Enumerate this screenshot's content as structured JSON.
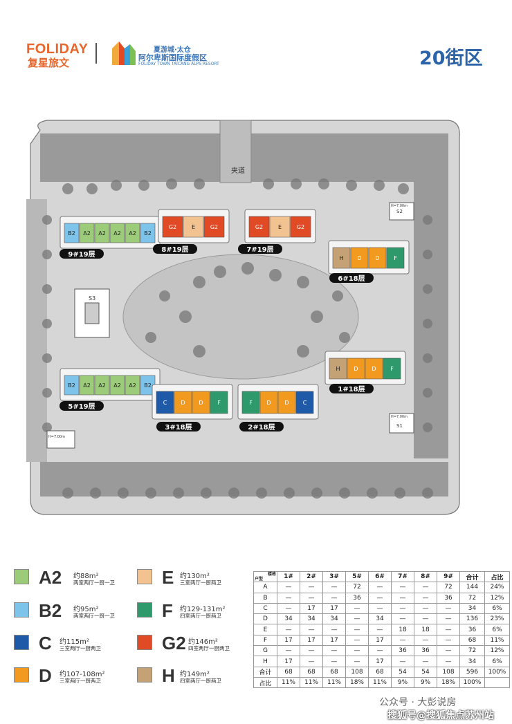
{
  "header": {
    "brand_en": "FOLIDAY",
    "brand_cn": "复星旅文",
    "resort_line1": "夏游城·太仓",
    "resort_line2": "阿尔卑斯国际度假区",
    "resort_line3": "FOLIDAY TOWN TAICANG ALPS RESORT",
    "district": "20街区"
  },
  "colors": {
    "A2": "#9ccb7a",
    "B2": "#7ec3ea",
    "C": "#1e5aa8",
    "D": "#f19a1f",
    "E": "#f2c291",
    "F": "#2e9a6c",
    "G2": "#e04a24",
    "H": "#c4a275"
  },
  "plan": {
    "road_label": "夹道",
    "buildings": [
      {
        "id": "9",
        "label": "9#19层",
        "units": [
          "B2",
          "A2",
          "A2",
          "A2",
          "A2",
          "B2"
        ]
      },
      {
        "id": "8",
        "label": "8#19层",
        "units": [
          "G2",
          "E",
          "G2"
        ]
      },
      {
        "id": "7",
        "label": "7#19层",
        "units": [
          "G2",
          "E",
          "G2"
        ]
      },
      {
        "id": "6",
        "label": "6#18层",
        "units": [
          "H",
          "D",
          "D",
          "F"
        ]
      },
      {
        "id": "5",
        "label": "5#19层",
        "units": [
          "B2",
          "A2",
          "A2",
          "A2",
          "A2",
          "B2"
        ]
      },
      {
        "id": "1",
        "label": "1#18层",
        "units": [
          "H",
          "D",
          "D",
          "F"
        ]
      },
      {
        "id": "3",
        "label": "3#18层",
        "units": [
          "C",
          "D",
          "D",
          "F"
        ]
      },
      {
        "id": "2",
        "label": "2#18层",
        "units": [
          "F",
          "D",
          "D",
          "C"
        ]
      }
    ],
    "aux": [
      {
        "label": "S2",
        "note": "H=7.00m"
      },
      {
        "label": "S3",
        "note": ""
      },
      {
        "label": "S1",
        "note": "H=7.00m"
      },
      {
        "label": "",
        "note": "H=7.00m"
      }
    ]
  },
  "legend": [
    {
      "code": "A2",
      "area": "约88m²",
      "desc": "两室两厅一厨一卫"
    },
    {
      "code": "E",
      "area": "约130m²",
      "desc": "三室两厅一厨两卫"
    },
    {
      "code": "B2",
      "area": "约95m²",
      "desc": "两室两厅一厨一卫"
    },
    {
      "code": "F",
      "area": "约129-131m²",
      "desc": "四室两厅一厨两卫"
    },
    {
      "code": "C",
      "area": "约115m²",
      "desc": "三室两厅一厨两卫"
    },
    {
      "code": "G2",
      "area": "约146m²",
      "desc": "四室两厅一厨两卫"
    },
    {
      "code": "D",
      "area": "约107-108m²",
      "desc": "三室两厅一厨两卫"
    },
    {
      "code": "H",
      "area": "约149m²",
      "desc": "四室两厅一厨两卫"
    }
  ],
  "table": {
    "corner_top": "楼栋",
    "corner_bottom": "户型",
    "columns": [
      "1#",
      "2#",
      "3#",
      "5#",
      "6#",
      "7#",
      "8#",
      "9#",
      "合计",
      "占比"
    ],
    "rows": [
      {
        "type": "A",
        "cells": [
          "—",
          "—",
          "—",
          "72",
          "—",
          "—",
          "—",
          "72",
          "144",
          "24%"
        ]
      },
      {
        "type": "B",
        "cells": [
          "—",
          "—",
          "—",
          "36",
          "—",
          "—",
          "—",
          "36",
          "72",
          "12%"
        ]
      },
      {
        "type": "C",
        "cells": [
          "—",
          "17",
          "17",
          "—",
          "—",
          "—",
          "—",
          "—",
          "34",
          "6%"
        ]
      },
      {
        "type": "D",
        "cells": [
          "34",
          "34",
          "34",
          "—",
          "34",
          "—",
          "—",
          "—",
          "136",
          "23%"
        ]
      },
      {
        "type": "E",
        "cells": [
          "—",
          "—",
          "—",
          "—",
          "—",
          "18",
          "18",
          "—",
          "36",
          "6%"
        ]
      },
      {
        "type": "F",
        "cells": [
          "17",
          "17",
          "17",
          "—",
          "17",
          "—",
          "—",
          "—",
          "68",
          "11%"
        ]
      },
      {
        "type": "G",
        "cells": [
          "—",
          "—",
          "—",
          "—",
          "—",
          "36",
          "36",
          "—",
          "72",
          "12%"
        ]
      },
      {
        "type": "H",
        "cells": [
          "17",
          "—",
          "—",
          "—",
          "17",
          "—",
          "—",
          "—",
          "34",
          "6%"
        ]
      },
      {
        "type": "合计",
        "cells": [
          "68",
          "68",
          "68",
          "108",
          "68",
          "54",
          "54",
          "108",
          "596",
          "100%"
        ]
      },
      {
        "type": "占比",
        "cells": [
          "11%",
          "11%",
          "11%",
          "18%",
          "11%",
          "9%",
          "9%",
          "18%",
          "100%",
          ""
        ]
      }
    ]
  },
  "watermark": {
    "line1": "公众号 · 大彭说房",
    "line2": "搜狐号@搜狐焦点苏州站"
  }
}
